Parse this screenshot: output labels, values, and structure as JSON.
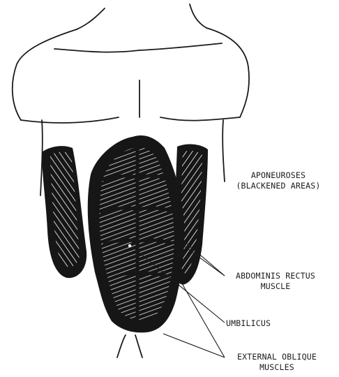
{
  "labels": {
    "aponeuroses_line1": "APONEUROSES",
    "aponeuroses_line2": "(BLACKENED AREAS)",
    "rectus_line1": "ABDOMINIS RECTUS",
    "rectus_line2": "MUSCLE",
    "umbilicus": "UMBILICUS",
    "oblique_line1": "EXTERNAL OBLIQUE",
    "oblique_line2": "MUSCLES"
  },
  "colors": {
    "ink": "#1a1a1a",
    "aponeurosis_fill": "#161616",
    "muscle_fiber": "#ffffff",
    "background": "#ffffff"
  }
}
